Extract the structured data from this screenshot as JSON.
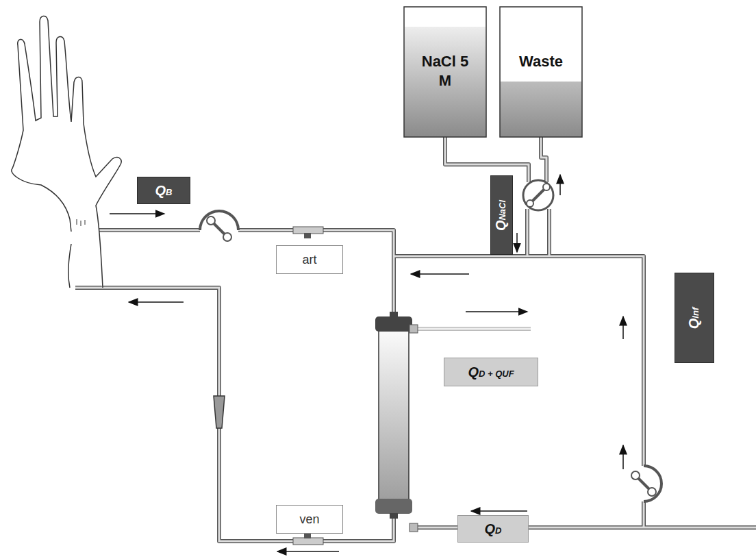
{
  "diagram": {
    "nodes": [
      {
        "text": [
          "NaCl 5 M"
        ]
      },
      {
        "text": [
          "Waste"
        ]
      },
      {
        "text": [
          "QB"
        ]
      },
      {
        "text": [
          "QNaCl"
        ]
      },
      {
        "text": [
          "art"
        ]
      },
      {
        "text": [
          "QInf"
        ]
      },
      {
        "text": [
          "QD + QUF"
        ]
      },
      {
        "text": [
          "ven"
        ]
      },
      {
        "text": [
          "QD"
        ]
      }
    ]
  }
}
